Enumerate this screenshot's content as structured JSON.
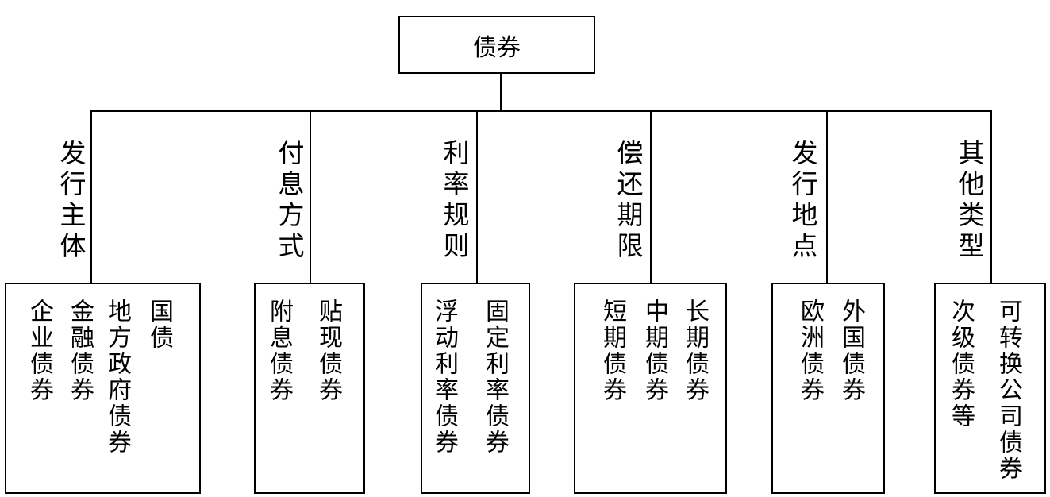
{
  "root": {
    "label": "债券"
  },
  "categories": [
    {
      "label": "发行主体",
      "items": [
        "国债",
        "地方政府债券",
        "金融债券",
        "企业债券"
      ]
    },
    {
      "label": "付息方式",
      "items": [
        "贴现债券",
        "附息债券"
      ]
    },
    {
      "label": "利率规则",
      "items": [
        "固定利率债券",
        "浮动利率债券"
      ]
    },
    {
      "label": "偿还期限",
      "items": [
        "长期债券",
        "中期债券",
        "短期债券"
      ]
    },
    {
      "label": "发行地点",
      "items": [
        "外国债券",
        "欧洲债券"
      ]
    },
    {
      "label": "其他类型",
      "items": [
        "可转换公司债券",
        "次级债券等"
      ]
    }
  ]
}
